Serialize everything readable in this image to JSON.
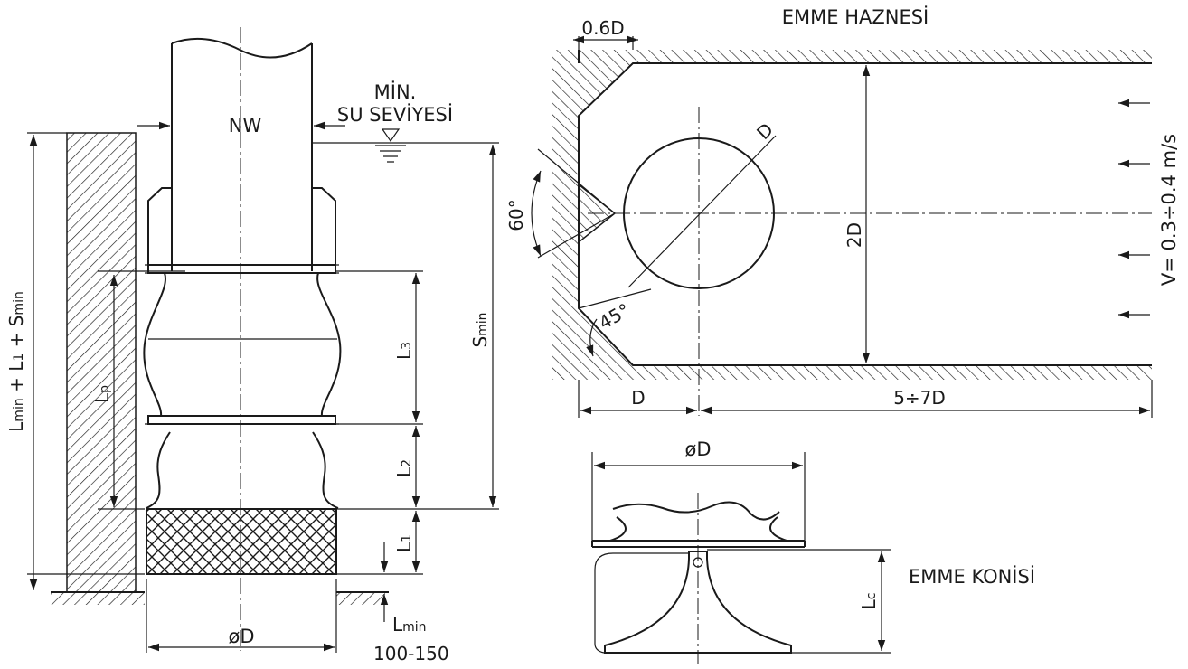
{
  "left_view": {
    "pipe_label": "NW",
    "water_level_line1": "MİN.",
    "water_level_line2": "SU SEVİYESİ",
    "vertical_total_label": "L",
    "vertical_total_sub1": "min",
    "vertical_total_mid": " + L",
    "vertical_total_sub2": "1",
    "vertical_total_mid2": " + S",
    "vertical_total_sub3": "min",
    "lp_main": "L",
    "lp_sub": "p",
    "l3_main": "L",
    "l3_sub": "3",
    "l2_main": "L",
    "l2_sub": "2",
    "l1_main": "L",
    "l1_sub": "1",
    "smin_main": "S",
    "smin_sub": "min",
    "lmin_main": "L",
    "lmin_sub": "min",
    "lmin_range": "100-150",
    "diameter_label": "øD"
  },
  "top_view": {
    "title": "EMME HAZNESİ",
    "offset_label": "0.6D",
    "circle_label": "D",
    "angle_60": "60°",
    "angle_45": "45°",
    "height_label": "2D",
    "velocity_label": "V= 0.3÷0.4 m/s",
    "bottom_left_label": "D",
    "bottom_right_label": "5÷7D"
  },
  "cone_view": {
    "title": "EMME KONİSİ",
    "diameter_label": "øD",
    "lc_main": "L",
    "lc_sub": "c"
  }
}
